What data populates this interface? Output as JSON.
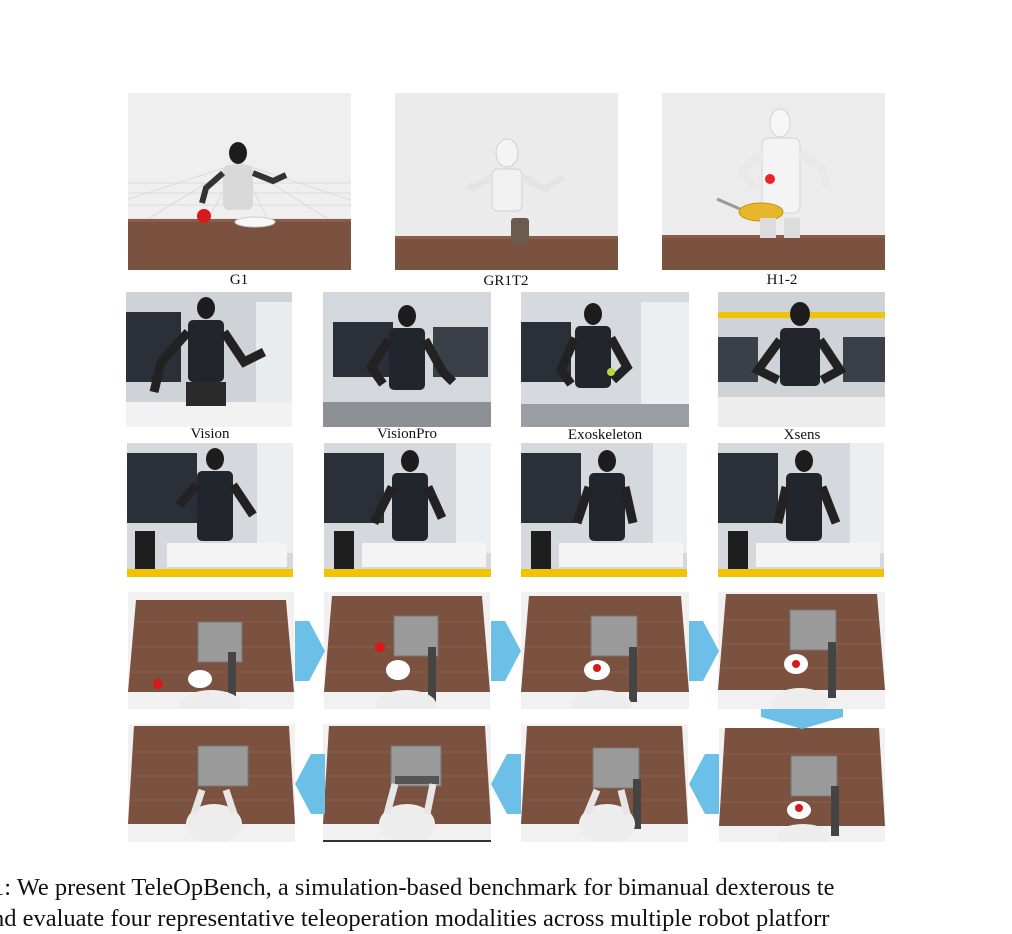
{
  "figure": {
    "sim_labels": [
      "G1",
      "GR1T2",
      "H1-2"
    ],
    "modality_labels": [
      "Vision",
      "VisionPro",
      "Exoskeleton",
      "Xsens"
    ],
    "caption_lines": [
      "1: We present TeleOpBench, a simulation-based benchmark for bimanual dexterous te",
      "nd evaluate four representative teleoperation modalities across multiple robot platforr"
    ]
  },
  "colors": {
    "arrow": "#6cc0e8",
    "wood": "#7b5140",
    "sim_bg": "#ececec",
    "lab_dark": "#2b2f38"
  }
}
